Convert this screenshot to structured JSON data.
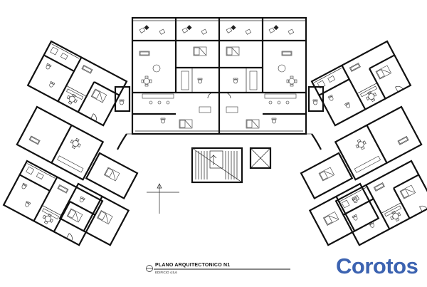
{
  "drawing": {
    "title": "PLANO ARQUITECTONICO N1",
    "subtitle": "EDIFICIO 4,5,6"
  },
  "brand": {
    "name": "Corotos",
    "color": "#3c63b1"
  },
  "colors": {
    "line": "#111111",
    "background": "#ffffff"
  }
}
